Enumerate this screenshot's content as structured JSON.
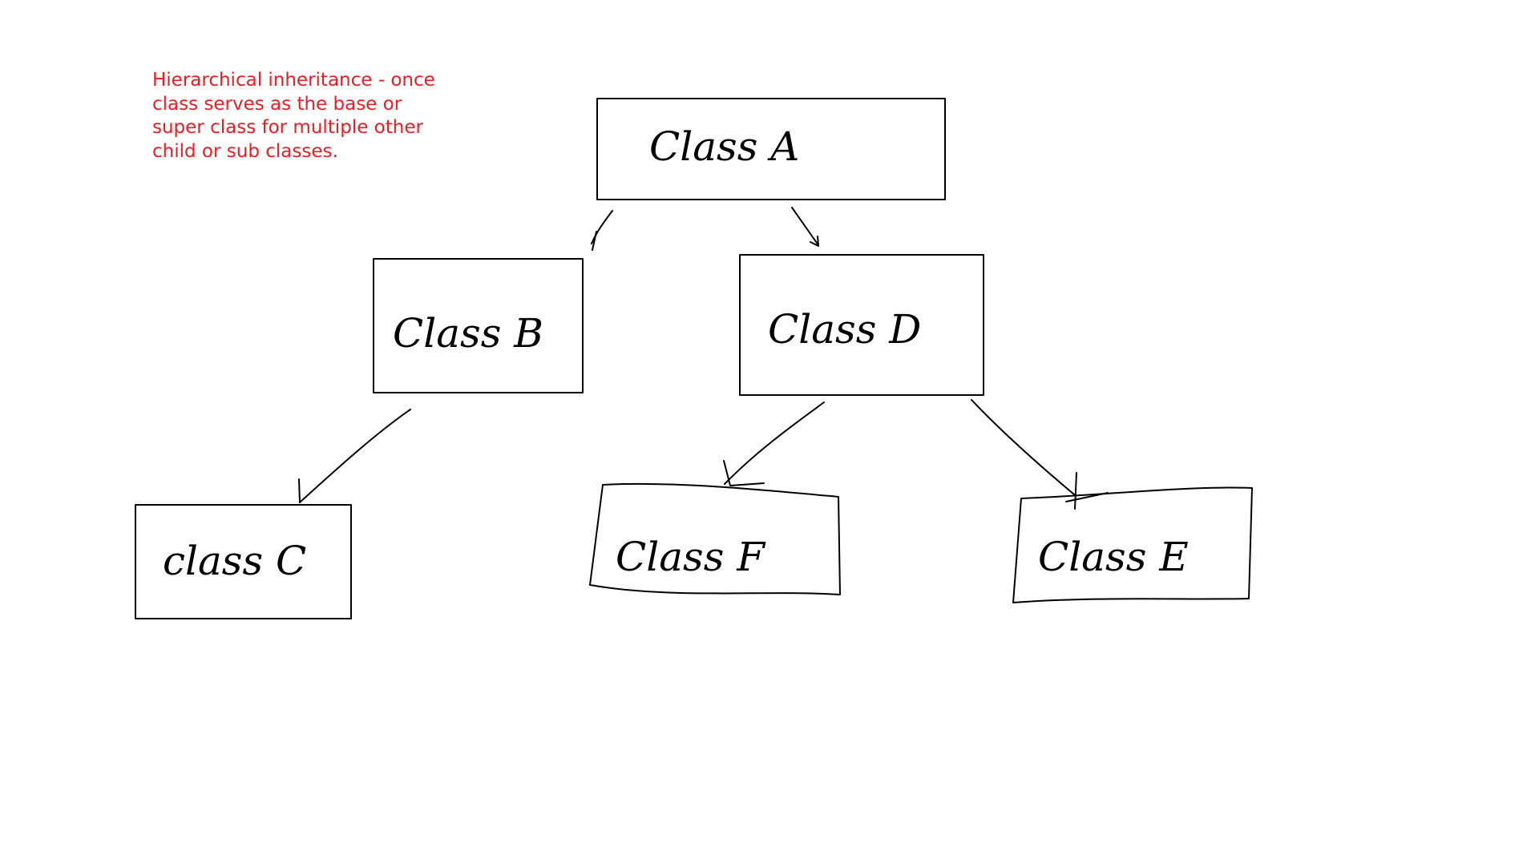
{
  "note": {
    "lines": [
      "Hierarchical inheritance - once",
      "class serves as the base or",
      "super class for multiple other",
      "child or sub classes."
    ],
    "color": "#ed1c24"
  },
  "diagram": {
    "nodes": [
      {
        "id": "A",
        "label": "Class A"
      },
      {
        "id": "B",
        "label": "Class B"
      },
      {
        "id": "D",
        "label": "Class D"
      },
      {
        "id": "C",
        "label": "class C"
      },
      {
        "id": "F",
        "label": "Class F"
      },
      {
        "id": "E",
        "label": "Class E"
      }
    ],
    "edges": [
      {
        "from": "A",
        "to": "B"
      },
      {
        "from": "A",
        "to": "D"
      },
      {
        "from": "B",
        "to": "C"
      },
      {
        "from": "D",
        "to": "F"
      },
      {
        "from": "D",
        "to": "E"
      }
    ]
  }
}
